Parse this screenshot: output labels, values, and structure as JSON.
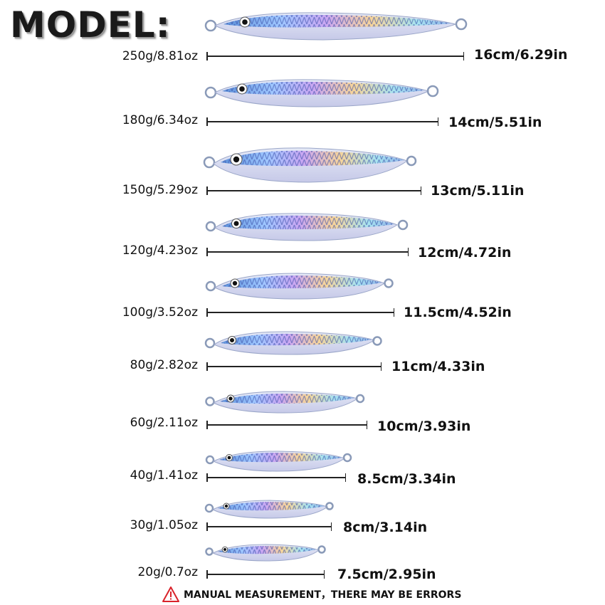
{
  "title": "MODEL:",
  "disclaimer": "MANUAL MEASUREMENT，THERE MAY BE ERRORS",
  "icons": {
    "warning": "warning-triangle-icon"
  },
  "colors": {
    "warning": "#d9232b"
  },
  "models": [
    {
      "weight": "250g/8.81oz",
      "length": "16cm/6.29in"
    },
    {
      "weight": "180g/6.34oz",
      "length": "14cm/5.51in"
    },
    {
      "weight": "150g/5.29oz",
      "length": "13cm/5.11in"
    },
    {
      "weight": "120g/4.23oz",
      "length": "12cm/4.72in"
    },
    {
      "weight": "100g/3.52oz",
      "length": "11.5cm/4.52in"
    },
    {
      "weight": "80g/2.82oz",
      "length": "11cm/4.33in"
    },
    {
      "weight": "60g/2.11oz",
      "length": "10cm/3.93in"
    },
    {
      "weight": "40g/1.41oz",
      "length": "8.5cm/3.34in"
    },
    {
      "weight": "30g/1.05oz",
      "length": "8cm/3.14in"
    },
    {
      "weight": "20g/0.7oz",
      "length": "7.5cm/2.95in"
    }
  ]
}
